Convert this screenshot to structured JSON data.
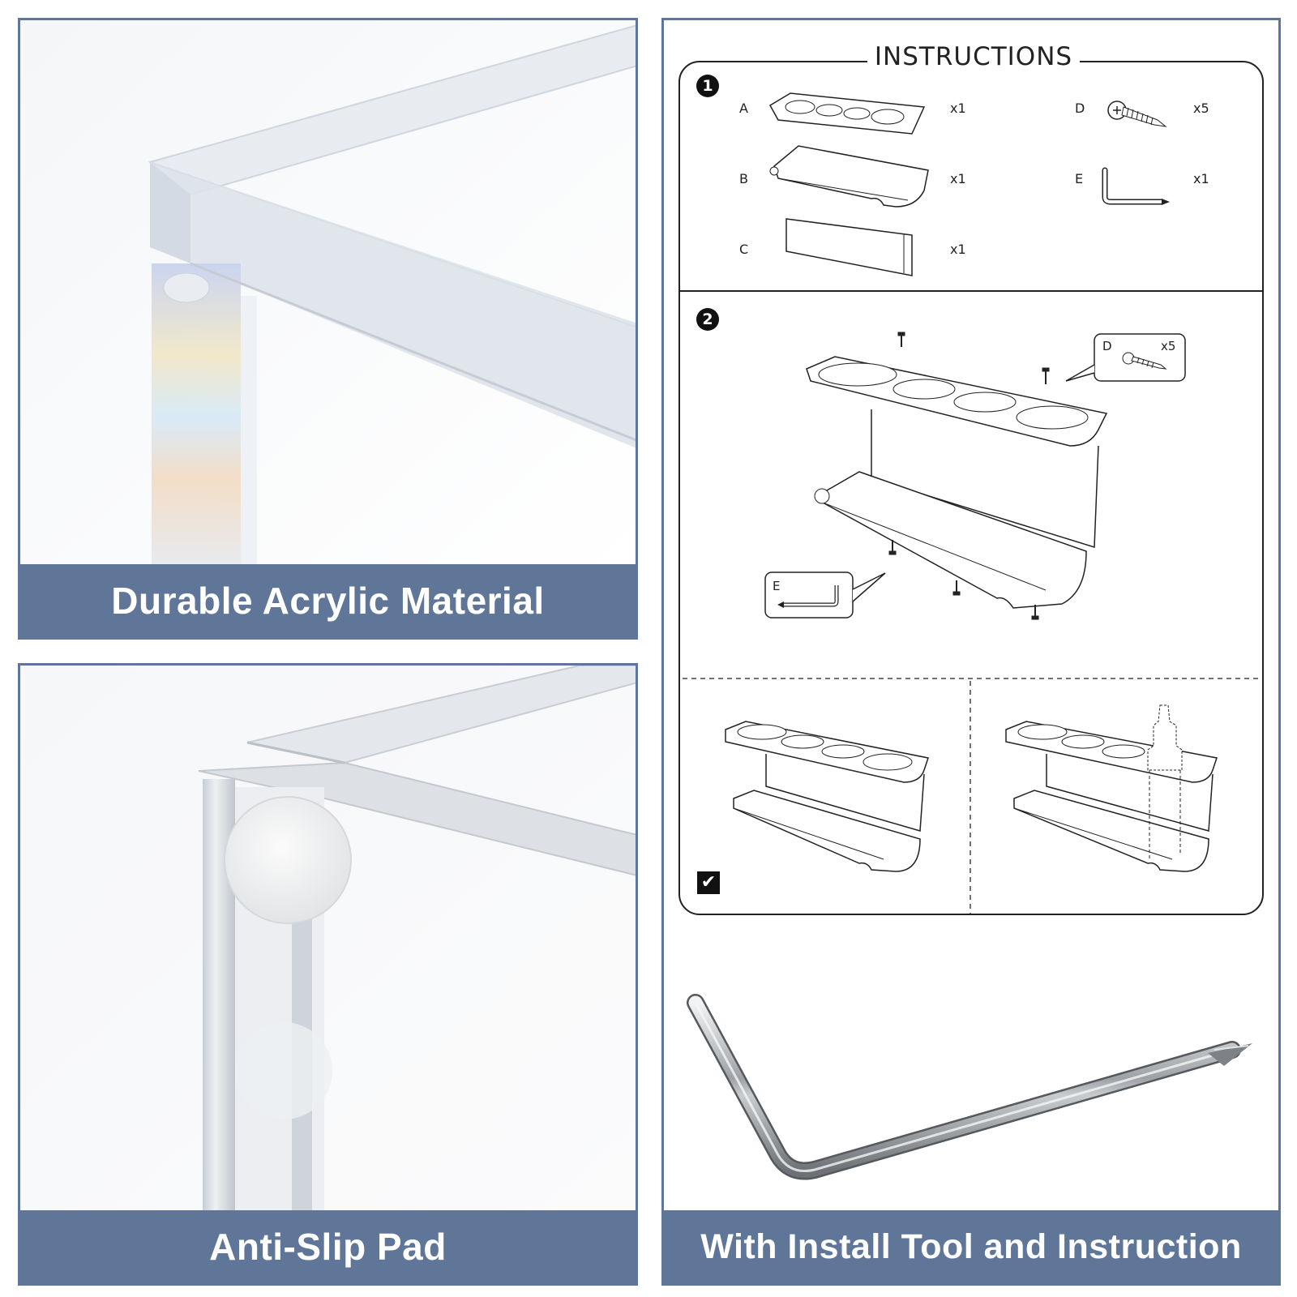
{
  "panels": {
    "material": {
      "caption": "Durable Acrylic Material"
    },
    "pad": {
      "caption": "Anti-Slip Pad"
    },
    "tool": {
      "caption": "With Install Tool and Instruction"
    }
  },
  "instructions": {
    "title": "INSTRUCTIONS",
    "step1": {
      "number": "1"
    },
    "step2": {
      "number": "2"
    },
    "parts": [
      {
        "label": "A",
        "qty": "x1"
      },
      {
        "label": "B",
        "qty": "x1"
      },
      {
        "label": "C",
        "qty": "x1"
      },
      {
        "label": "D",
        "qty": "x5"
      },
      {
        "label": "E",
        "qty": "x1"
      }
    ],
    "callout_screw": {
      "label": "D",
      "qty": "x5"
    },
    "callout_wrench": {
      "label": "E"
    },
    "check_mark": "✔"
  },
  "colors": {
    "accent": "#5f7699",
    "caption_text": "#ffffff"
  }
}
